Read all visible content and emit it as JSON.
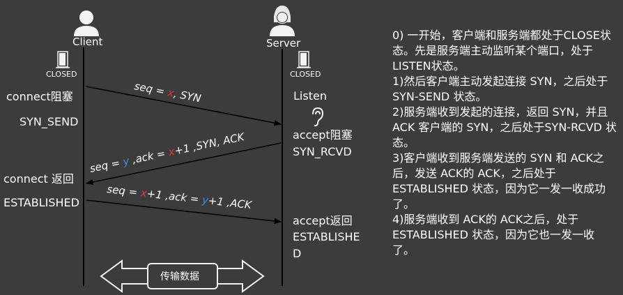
{
  "client": {
    "title": "Client",
    "closed": "CLOSED",
    "connect_blocked": "connect阻塞",
    "syn_send": "SYN_SEND",
    "connect_return": "connect 返回",
    "established": "ESTABLISHED"
  },
  "server": {
    "title": "Server",
    "closed": "CLOSED",
    "listen": "Listen",
    "accept_blocked": "accept阻塞",
    "syn_rcvd": "SYN_RCVD",
    "accept_return": "accept返回",
    "established_1": "ESTABLISHE",
    "established_2": "D"
  },
  "messages": {
    "m1": [
      "seq = ",
      "x",
      ", SYN"
    ],
    "m2": [
      "seq = ",
      "y",
      " ,ack = ",
      "x",
      "+1 ,SYN, ACK"
    ],
    "m3": [
      "seq = ",
      "x",
      "+1 ,ack = ",
      "y",
      "+1 ,ACK"
    ]
  },
  "transfer_label": "传输数据",
  "explanation": [
    "0) 一开始，客户端和服务端都处于CLOSE状态。先是服务端主动监听某个端口，处于 LISTEN状态。",
    "1)然后客户端主动发起连接 SYN，之后处于 SYN-SEND 状态。",
    "2)服务端收到发起的连接，返回 SYN，并且 ACK 客户端的 SYN，之后处于SYN-RCVD 状态。",
    "3)客户端收到服务端发送的 SYN 和 ACK之后，发送 ACK的 ACK，之后处于ESTABLISHED 状态，因为它一发一收成功了。",
    "4)服务端收到 ACK的 ACK之后，处于 ESTABLISHED 状态，因为它也一发一收了。"
  ],
  "colors": {
    "background": "#3c3c3c",
    "x_highlight": "#d9393a",
    "y_highlight": "#3f8fdc",
    "line": "#000000",
    "text": "#ffffff"
  },
  "icons": [
    "person-icon",
    "door-icon",
    "ear-icon",
    "double-arrow-icon"
  ]
}
